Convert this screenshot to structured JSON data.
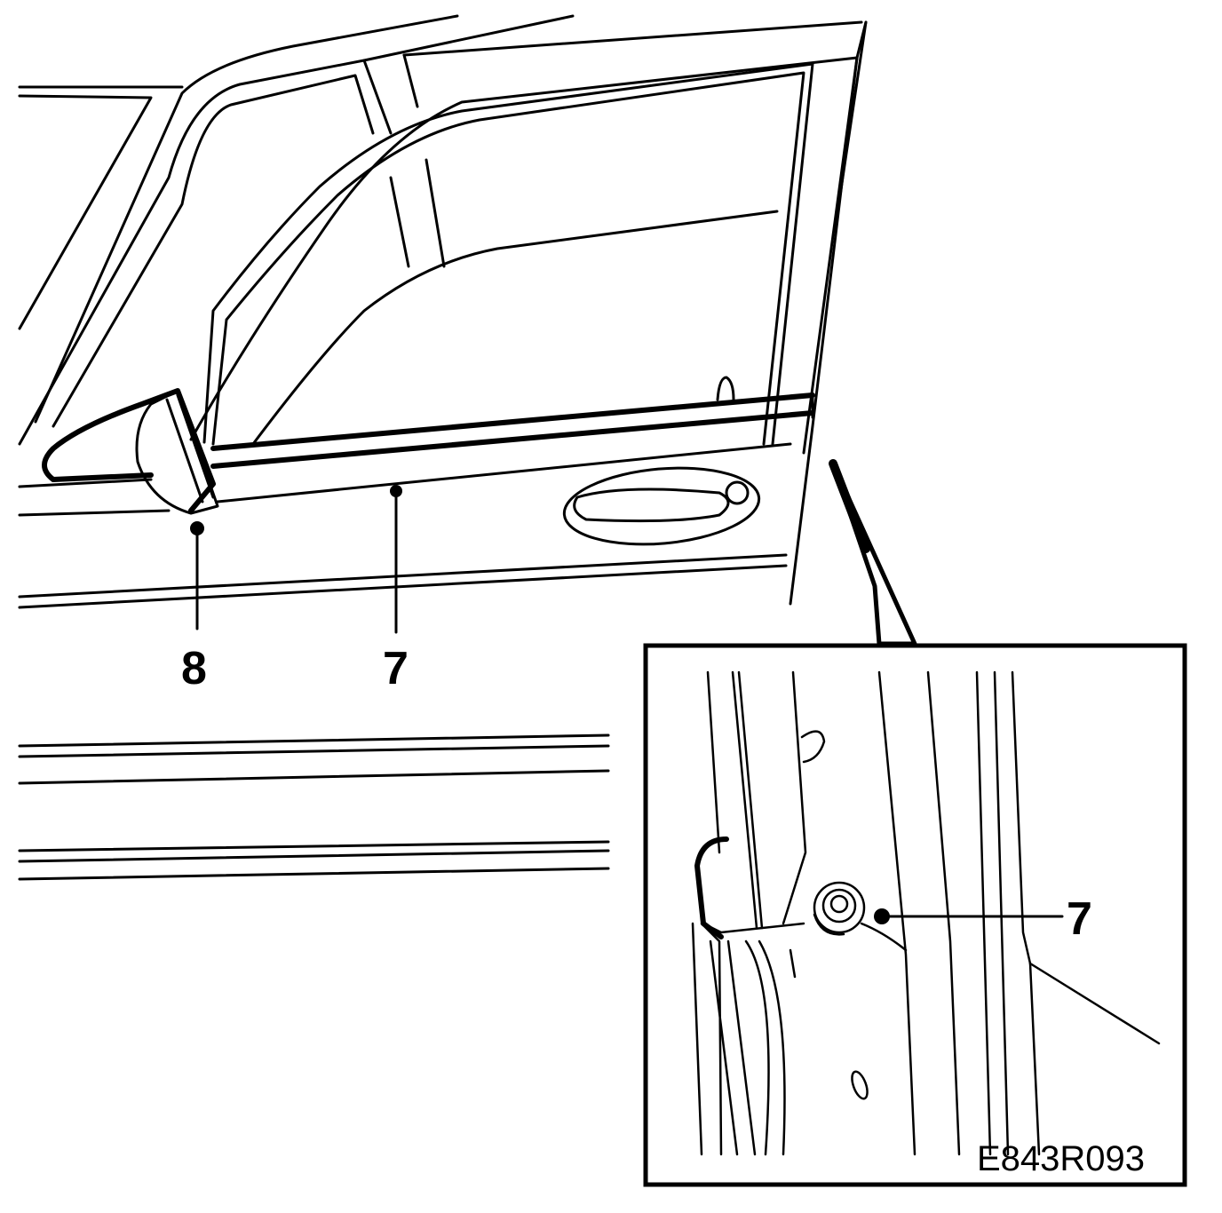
{
  "callouts": {
    "mirror_label": "8",
    "moulding_label": "7",
    "detail_clip_label": "7"
  },
  "reference_code": "E843R093",
  "colors": {
    "line": "#000000",
    "background": "#ffffff"
  }
}
